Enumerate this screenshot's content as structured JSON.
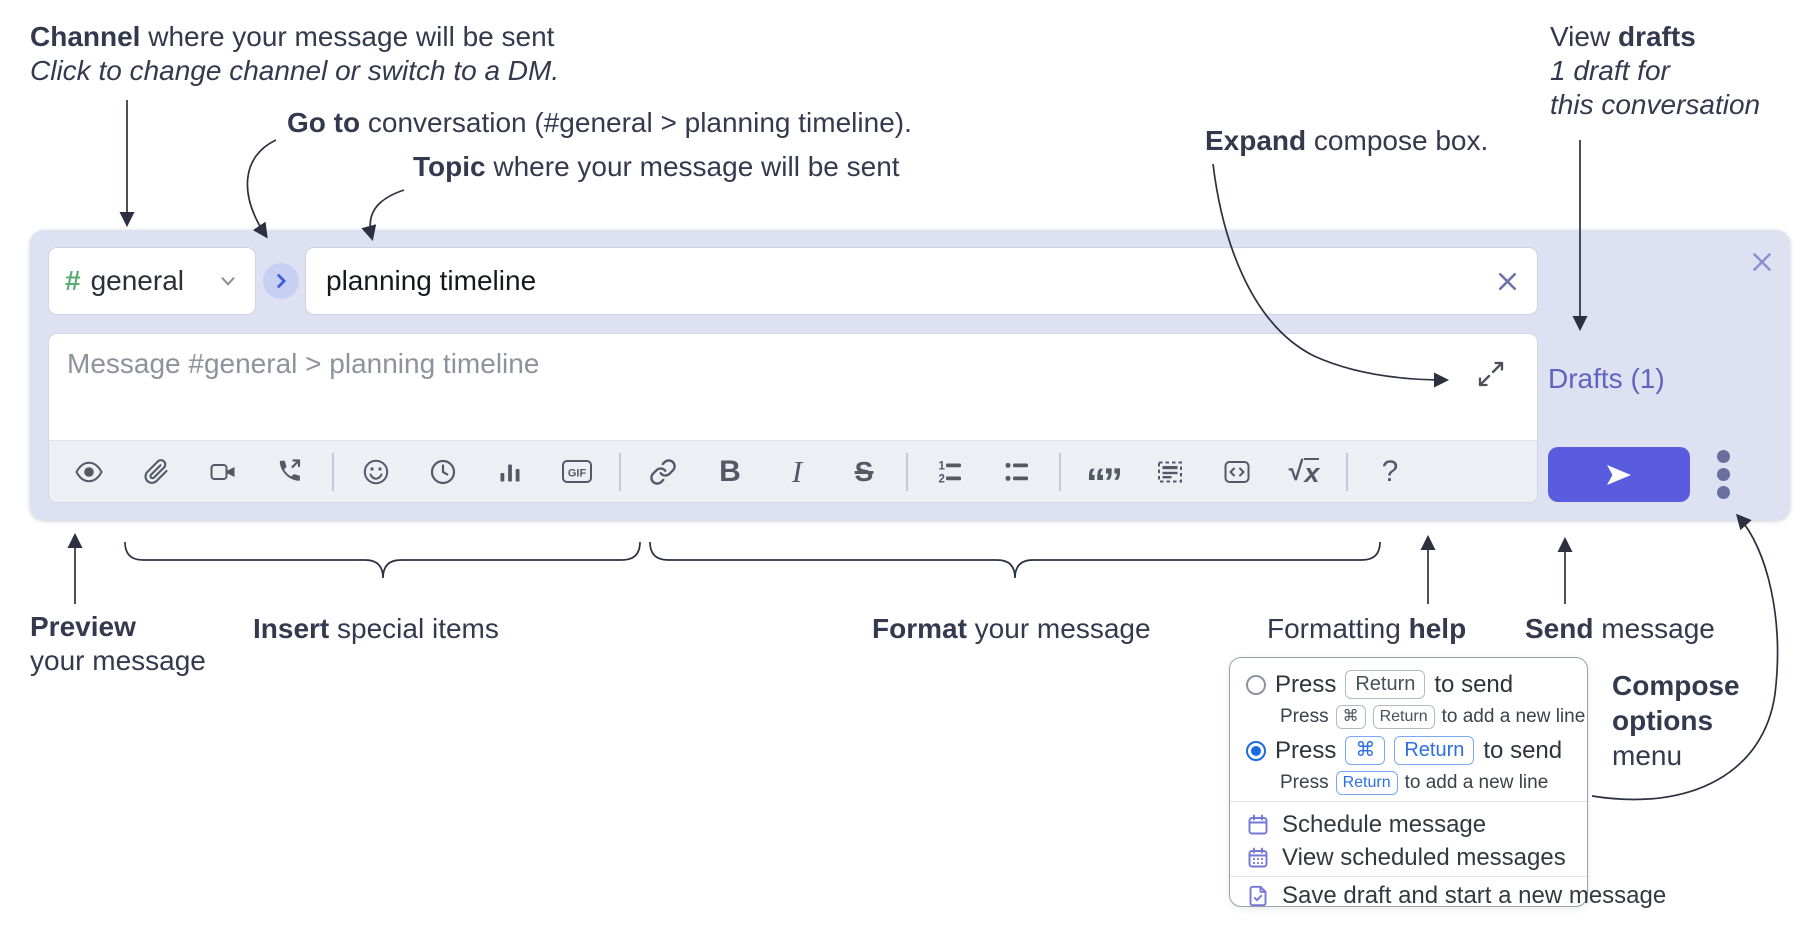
{
  "annotations": {
    "channel": {
      "bold": "Channel",
      "rest": " where your message will be sent",
      "sub": "Click to change channel or switch to a DM."
    },
    "goto": {
      "bold": "Go to",
      "rest": " conversation (#general > planning timeline)."
    },
    "topic": {
      "bold": "Topic",
      "rest": " where your message will be sent"
    },
    "expand": {
      "bold": "Expand",
      "rest": " compose box."
    },
    "view_drafts": {
      "pre": "View ",
      "bold": "drafts",
      "line2": "1 draft for",
      "line3": "this conversation"
    },
    "preview": {
      "bold": "Preview",
      "line2": "your message"
    },
    "insert": {
      "bold": "Insert",
      "rest": " special items"
    },
    "format": {
      "bold": "Format",
      "rest": " your message"
    },
    "formatting_help": {
      "pre": "Formatting ",
      "bold": "help"
    },
    "send": {
      "bold": "Send",
      "rest": " message"
    },
    "compose_options": {
      "line1": "Compose",
      "line2": "options",
      "line3": "menu"
    }
  },
  "compose": {
    "channel": {
      "hash": "#",
      "name": "general"
    },
    "topic_value": "planning timeline",
    "message_placeholder": "Message #general > planning timeline",
    "drafts_link": "Drafts (1)",
    "glyphs": {
      "bold": "B",
      "italic": "I",
      "strike": "S",
      "gif": "GIF",
      "quote": "“”",
      "sqrt": "√",
      "x": "x",
      "help": "?",
      "ol1": "1",
      "ol2": "2"
    }
  },
  "menu": {
    "radios": [
      {
        "selected": false,
        "main": {
          "pre": "Press",
          "key1": "Return",
          "post": "to send"
        },
        "sub": {
          "pre": "Press",
          "key1": "⌘",
          "key2": "Return",
          "post": "to add a new line"
        }
      },
      {
        "selected": true,
        "main": {
          "pre": "Press",
          "key1": "⌘",
          "key2": "Return",
          "post": "to send"
        },
        "sub": {
          "pre": "Press",
          "key1": "Return",
          "post": "to add a new line"
        }
      }
    ],
    "items": [
      {
        "label": "Schedule message"
      },
      {
        "label": "View scheduled messages"
      },
      {
        "label": "Save draft and start a new message"
      }
    ]
  },
  "colors": {
    "compose_bg": "#dde1f1",
    "send_button": "#5a5ce0",
    "drafts_link": "#6063c0",
    "hash_green": "#57ab73",
    "radio_blue": "#1b6be0",
    "keycap_blue": "#2b6fe3",
    "menu_icon_purple": "#7477d6",
    "annotation_text": "#343a4e"
  }
}
